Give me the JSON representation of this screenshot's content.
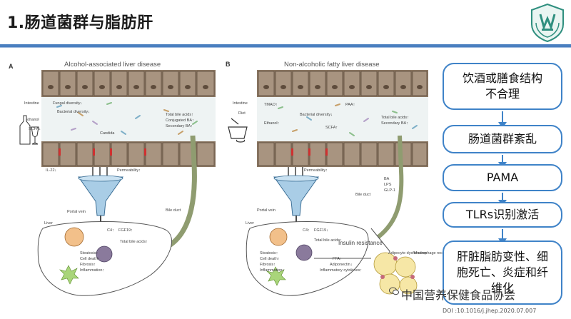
{
  "slide_title": "1.肠道菌群与脂肪肝",
  "colors": {
    "accent": "#3f83c8",
    "header_rule": "#4a7fc0",
    "logo": "#2f8f7f"
  },
  "panel_a": {
    "letter": "A",
    "title": "Alcohol-associated liver disease",
    "labels": [
      "Intestine",
      "Fungal diversity↓",
      "Bacterial diversity↓",
      "Ethanol",
      "SCFA↓",
      "Candida",
      "Total bile acids↑",
      "Conjugated BA↑",
      "Secondary BA↑",
      "IL-22↓",
      "Permeability↑",
      "Portal vein",
      "Bile duct",
      "Liver",
      "C4↑",
      "FGF19↑",
      "Total bile acids↑",
      "Steatosis↑",
      "Cell death↑",
      "Fibrosis↑",
      "Inflammation↑"
    ]
  },
  "panel_b": {
    "letter": "B",
    "title": "Non-alcoholic fatty liver disease",
    "labels": [
      "Intestine",
      "Diet",
      "TMAO↑",
      "PAA↑",
      "Ethanol↑",
      "Bacterial diversity↓",
      "SCFA↑",
      "Total bile acids↑",
      "Secondary BA↑",
      "Permeability↑",
      "Portal vein",
      "Bile duct",
      "BA",
      "LPS",
      "GLP-1",
      "Liver",
      "C4↑",
      "FGF19↓",
      "Total bile acids↑",
      "Insulin resistance",
      "Adipocyte dysfunction",
      "Macrophage recruitment",
      "Steatosis↑",
      "Cell death↑",
      "Fibrosis↑",
      "Inflammation↑",
      "FFA↑",
      "Adiponectin↓",
      "Inflammatory cytokines↑"
    ]
  },
  "flow": {
    "steps": [
      "饮酒或膳食结构不合理",
      "肠道菌群紊乱",
      "PAMA",
      "TLRs识别激活",
      "肝脏脂肪变性、细胞死亡、炎症和纤维化"
    ]
  },
  "watermark": "中国营养保健食品协会",
  "doi": "DOI :10.1016/j.jhep.2020.07.007"
}
